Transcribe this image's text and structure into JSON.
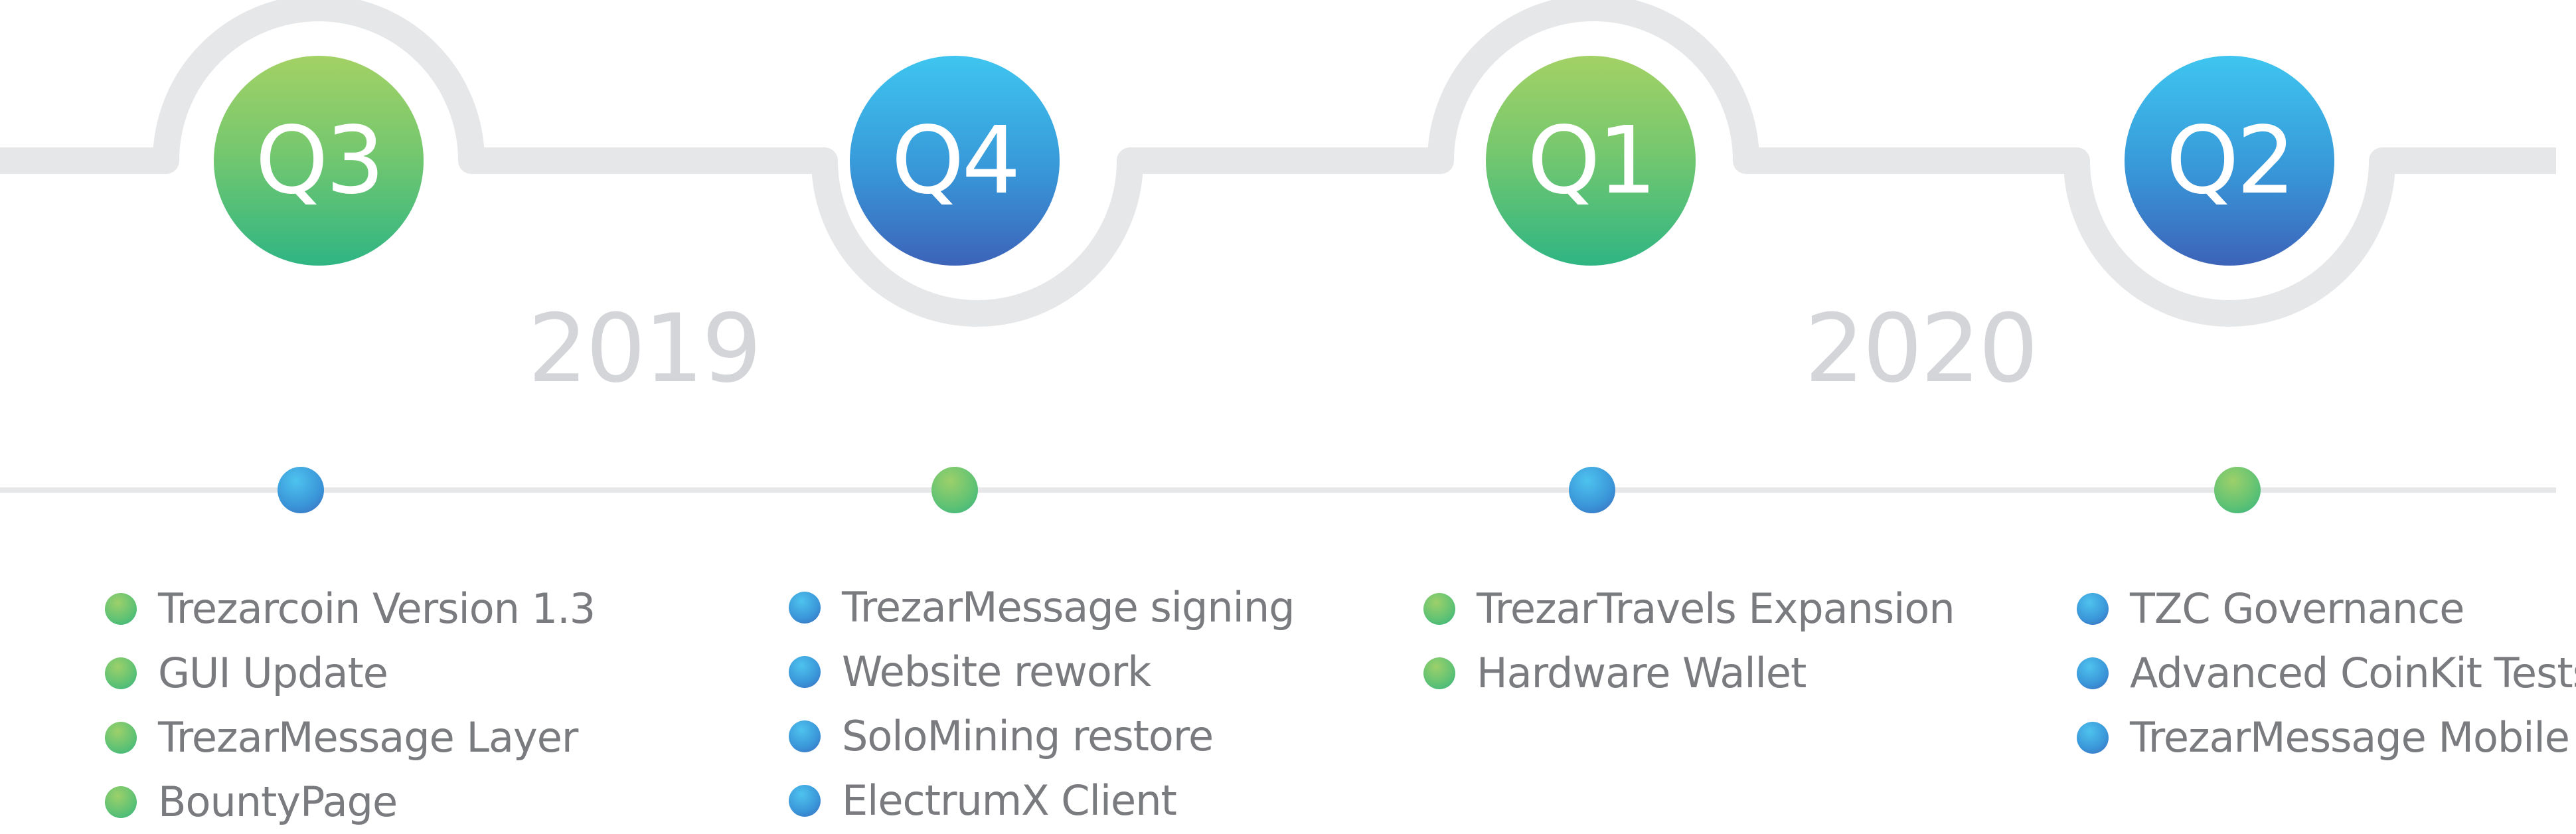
{
  "timeline": {
    "colors": {
      "track": "#e6e7e9",
      "year_text": "#d4d5d8",
      "item_text": "#7a7b7f",
      "green": "#5fc274",
      "blue": "#3a95d8"
    },
    "years": [
      "2019",
      "2020"
    ],
    "quarters": [
      {
        "label": "Q3",
        "badge_color": "green",
        "dot_color": "blue",
        "bullet_color": "green",
        "items": [
          "Trezarcoin Version 1.3",
          "GUI Update",
          "TrezarMessage Layer",
          "BountyPage"
        ]
      },
      {
        "label": "Q4",
        "badge_color": "blue",
        "dot_color": "green",
        "bullet_color": "blue",
        "items": [
          "TrezarMessage signing",
          "Website rework",
          "SoloMining restore",
          "ElectrumX Client"
        ]
      },
      {
        "label": "Q1",
        "badge_color": "green",
        "dot_color": "blue",
        "bullet_color": "green",
        "items": [
          "TrezarTravels Expansion",
          "Hardware Wallet"
        ]
      },
      {
        "label": "Q2",
        "badge_color": "blue",
        "dot_color": "green",
        "bullet_color": "blue",
        "items": [
          "TZC Governance",
          "Advanced CoinKit Tests",
          "TrezarMessage Mobile"
        ]
      }
    ]
  }
}
